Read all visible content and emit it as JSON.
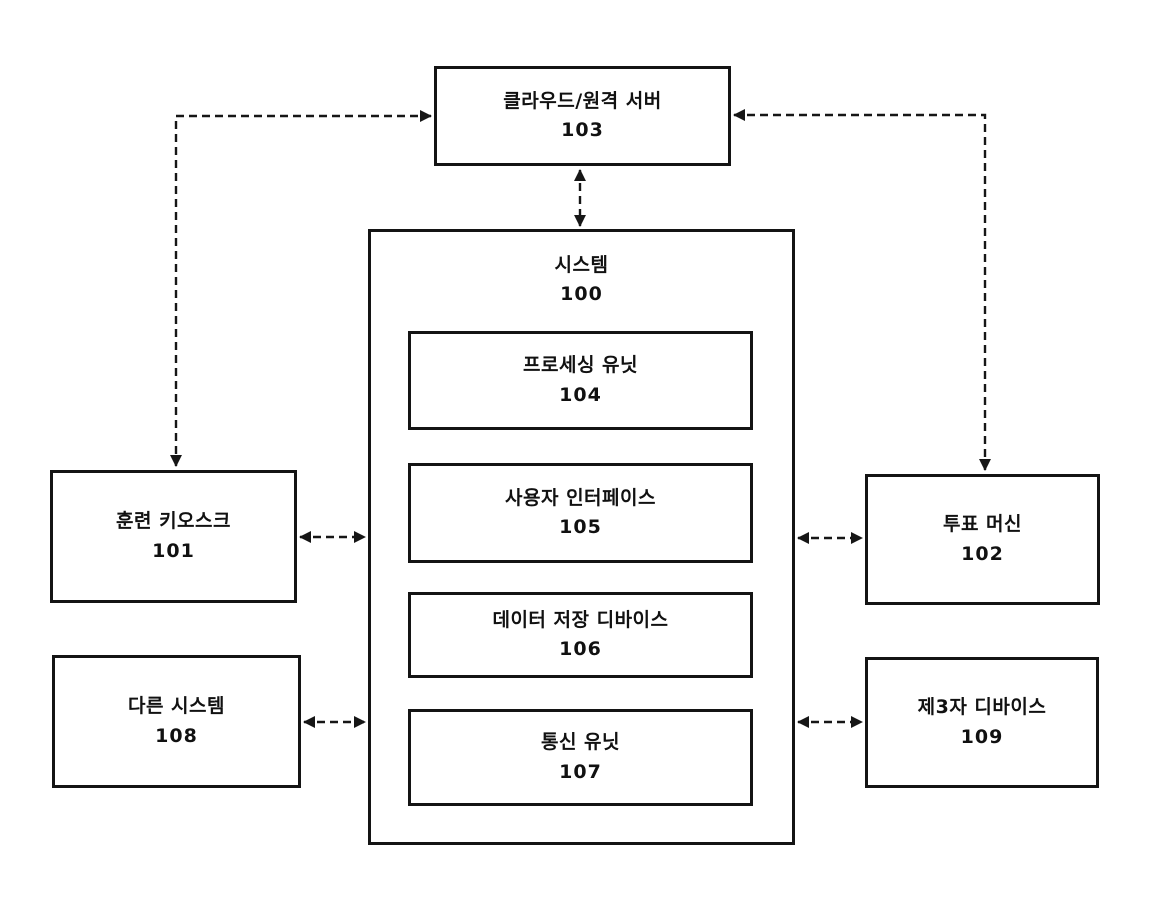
{
  "figure": {
    "type": "block-diagram",
    "background_color": "#ffffff",
    "line_color": "#161616",
    "line_style": "dashed-double-arrow"
  },
  "nodes": {
    "cloud_server": {
      "label": "클라우드/원격 서버",
      "ref": "103"
    },
    "system": {
      "label": "시스템",
      "ref": "100"
    },
    "processing_unit": {
      "label": "프로세싱 유닛",
      "ref": "104"
    },
    "user_interface": {
      "label": "사용자 인터페이스",
      "ref": "105"
    },
    "data_storage": {
      "label": "데이터 저장 디바이스",
      "ref": "106"
    },
    "comm_unit": {
      "label": "통신 유닛",
      "ref": "107"
    },
    "training_kiosk": {
      "label": "훈련 키오스크",
      "ref": "101"
    },
    "other_system": {
      "label": "다른 시스템",
      "ref": "108"
    },
    "voting_machine": {
      "label": "투표 머신",
      "ref": "102"
    },
    "third_party": {
      "label": "제3자 디바이스",
      "ref": "109"
    }
  },
  "connections": [
    {
      "from": "cloud_server",
      "to": "system",
      "style": "dashed",
      "arrows": "both",
      "route": "vertical"
    },
    {
      "from": "cloud_server",
      "to": "training_kiosk",
      "style": "dashed",
      "arrows": "both",
      "route": "elbow-left"
    },
    {
      "from": "cloud_server",
      "to": "voting_machine",
      "style": "dashed",
      "arrows": "both",
      "route": "elbow-right"
    },
    {
      "from": "training_kiosk",
      "to": "system",
      "style": "dashed",
      "arrows": "both",
      "route": "horizontal"
    },
    {
      "from": "other_system",
      "to": "system",
      "style": "dashed",
      "arrows": "both",
      "route": "horizontal"
    },
    {
      "from": "system",
      "to": "voting_machine",
      "style": "dashed",
      "arrows": "both",
      "route": "horizontal"
    },
    {
      "from": "system",
      "to": "third_party",
      "style": "dashed",
      "arrows": "both",
      "route": "horizontal"
    }
  ]
}
